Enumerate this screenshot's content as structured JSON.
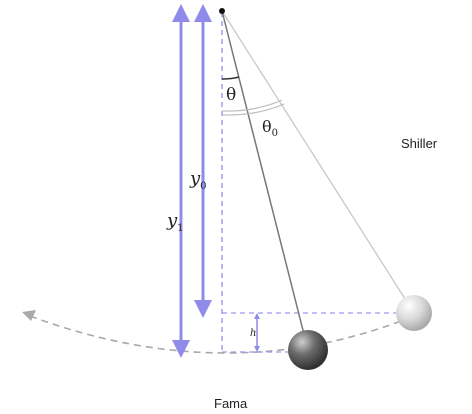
{
  "labels": {
    "theta": "θ",
    "theta0_base": "θ",
    "theta0_sub": "0",
    "y0_base": "y",
    "y0_sub": "0",
    "y1_base": "y",
    "y1_sub": "1",
    "h": "h",
    "right_label": "Shiller",
    "bottom_label": "Fama"
  },
  "colors": {
    "guide": "#9a98ee",
    "arrow": "#8f8bea",
    "string": "#777777",
    "string_light": "#c8c8c8",
    "arc": "#a9a9a9"
  }
}
